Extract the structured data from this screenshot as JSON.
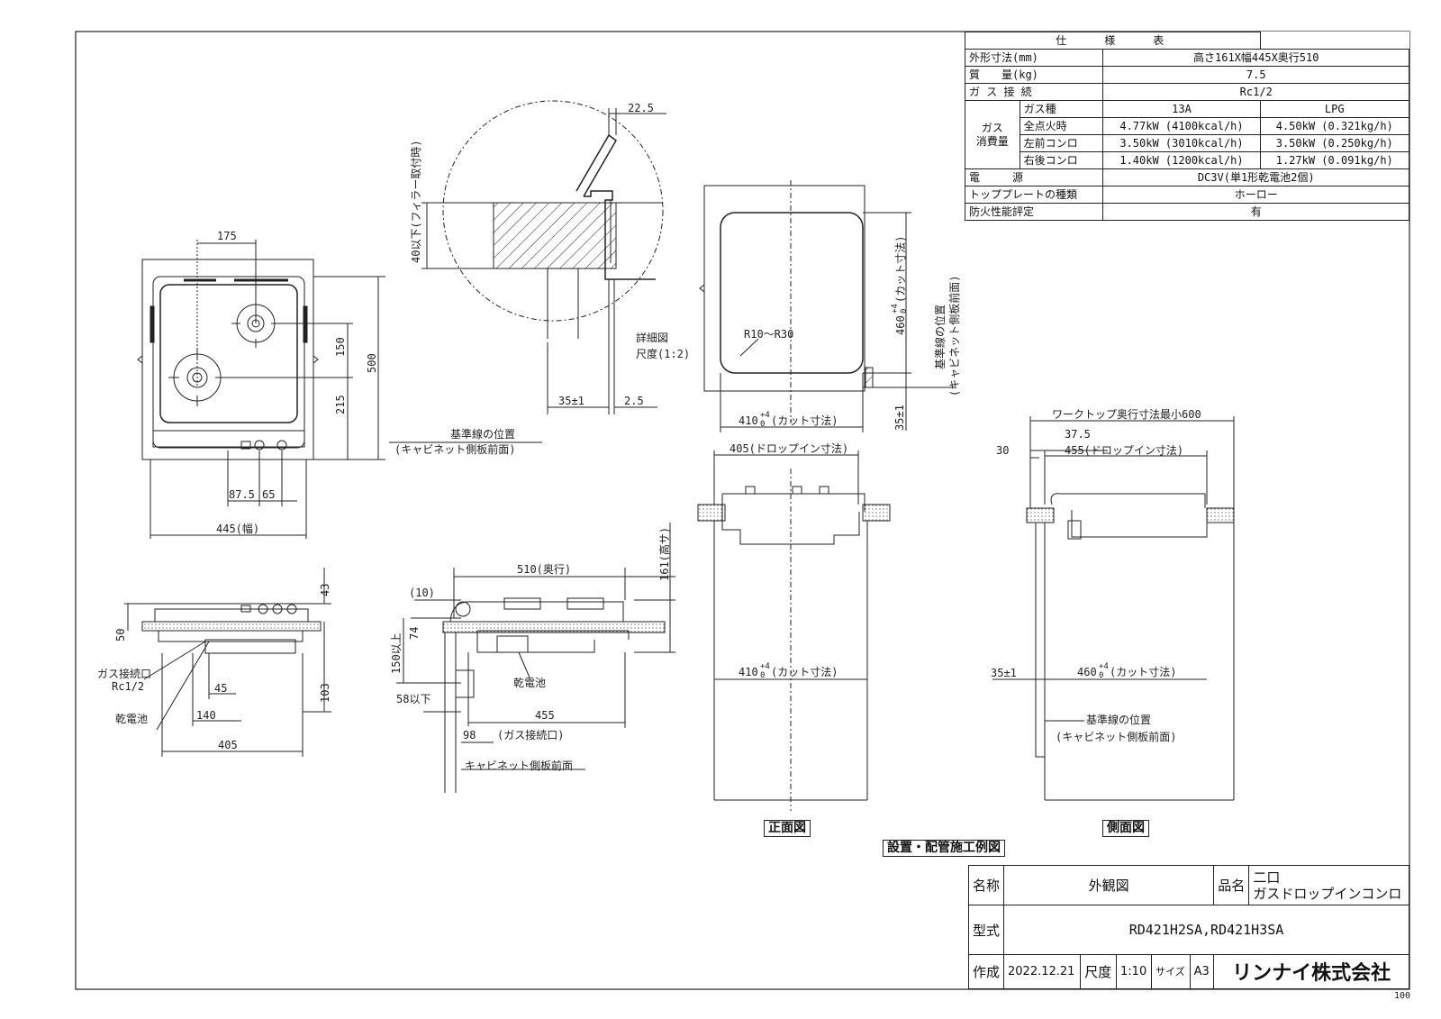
{
  "spec_table": {
    "title": "仕　　様　　表",
    "rows": [
      {
        "label": "外形寸法(mm)",
        "value": "高さ161X幅445X奥行510"
      },
      {
        "label": "質　　量(kg)",
        "value": "7.5"
      },
      {
        "label": "ガ ス 接 続",
        "value": "Rc1/2"
      }
    ],
    "gas_group_label": "ガス\n消費量",
    "gas_header": {
      "label": "ガス種",
      "col1": "13A",
      "col2": "LPG"
    },
    "gas_rows": [
      {
        "label": "全点火時",
        "col1": "4.77kW (4100kcal/h)",
        "col2": "4.50kW (0.321kg/h)"
      },
      {
        "label": "左前コンロ",
        "col1": "3.50kW (3010kcal/h)",
        "col2": "3.50kW (0.250kg/h)"
      },
      {
        "label": "右後コンロ",
        "col1": "1.40kW (1200kcal/h)",
        "col2": "1.27kW (0.091kg/h)"
      }
    ],
    "rows2": [
      {
        "label": "電　　　源",
        "value": "DC3V(単1形乾電池2個)"
      },
      {
        "label": "トッププレートの種類",
        "value": "ホーロー"
      },
      {
        "label": "防火性能評定",
        "value": "有"
      }
    ]
  },
  "title_block": {
    "name_label": "名称",
    "name_value": "外観図",
    "product_label": "品名",
    "product_value_1": "二口",
    "product_value_2": "ガスドロップインコンロ",
    "model_label": "型式",
    "model_value": "RD421H2SA,RD421H3SA",
    "date_label": "作成",
    "date_value": "2022.12.21",
    "scale_label": "尺度",
    "scale_value": "1:10",
    "size_label": "サイズ",
    "size_value": "A3",
    "company": "リンナイ株式会社"
  },
  "view_labels": {
    "front": "正面図",
    "side": "側面図",
    "install": "設置・配管施工例図"
  },
  "page_number": "100",
  "plan": {
    "d175": "175",
    "d500": "500",
    "d150": "150",
    "d215": "215",
    "d87_5": "87.5",
    "d65": "65",
    "d445": "445(幅)",
    "ref_line": "基準線の位置",
    "ref_line_sub": "(キャビネット側板前面)"
  },
  "detail": {
    "d22_5": "22.5",
    "d40": "40以下(フィラー取付時)",
    "d35": "35±1",
    "d2_5": "2.5",
    "caption1": "詳細図",
    "caption2": "尺度(1:2)"
  },
  "cutout": {
    "r": "R10～R30",
    "d460": "460",
    "d460_sup": "+4",
    "d460_sub": "0",
    "d460_tail": "(カット寸法)",
    "d410": "410",
    "d410_sup": "+4",
    "d410_sub": "0",
    "d410_tail": "(カット寸法)",
    "d35": "35±1",
    "ref1": "基準線の位置",
    "ref2": "(キャビネット側板前面)"
  },
  "front_elev": {
    "d43": "43",
    "d50": "50",
    "d103": "103",
    "gas1": "ガス接続口",
    "gas2": "Rc1/2",
    "d45": "45",
    "battery": "乾電池",
    "d140": "140",
    "d405": "405"
  },
  "side_elev": {
    "d510": "510(奥行)",
    "d161": "161(高サ)",
    "d10": "(10)",
    "d74": "74",
    "d150": "150以上",
    "battery": "乾電池",
    "d58": "58以下",
    "d455": "455",
    "d98": "98",
    "gas": "(ガス接続口)",
    "cab": "キャビネット側板前面"
  },
  "install_front": {
    "d405": "405(ドロップイン寸法)",
    "d410": "410",
    "d410_sup": "+4",
    "d410_sub": "0",
    "d410_tail": "(カット寸法)"
  },
  "install_side": {
    "d600": "ワークトップ奥行寸法最小600",
    "d37_5": "37.5",
    "d30": "30",
    "d455": "455(ドロップイン寸法)",
    "d35": "35±1",
    "d460": "460",
    "d460_sup": "+4",
    "d460_sub": "0",
    "d460_tail": "(カット寸法)",
    "ref1": "基準線の位置",
    "ref2": "(キャビネット側板前面)"
  }
}
